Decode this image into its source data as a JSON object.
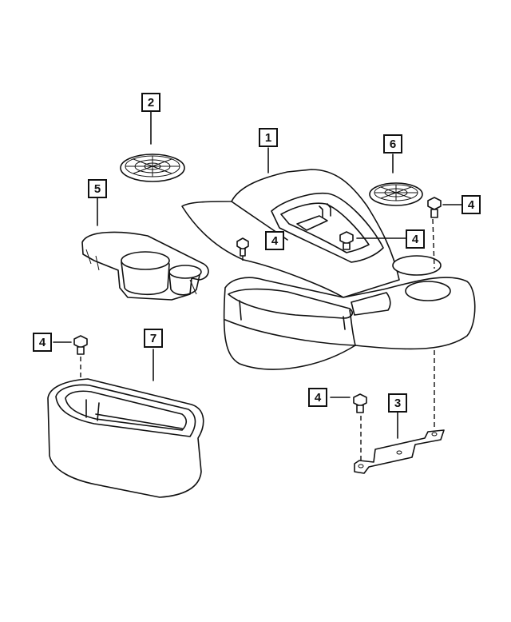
{
  "header": {
    "text": ""
  },
  "callouts": {
    "c1": "1",
    "c2": "2",
    "c3": "3",
    "c4a": "4",
    "c4b": "4",
    "c4c": "4",
    "c4d": "4",
    "c4e": "4",
    "c5": "5",
    "c6": "6",
    "c7": "7"
  }
}
